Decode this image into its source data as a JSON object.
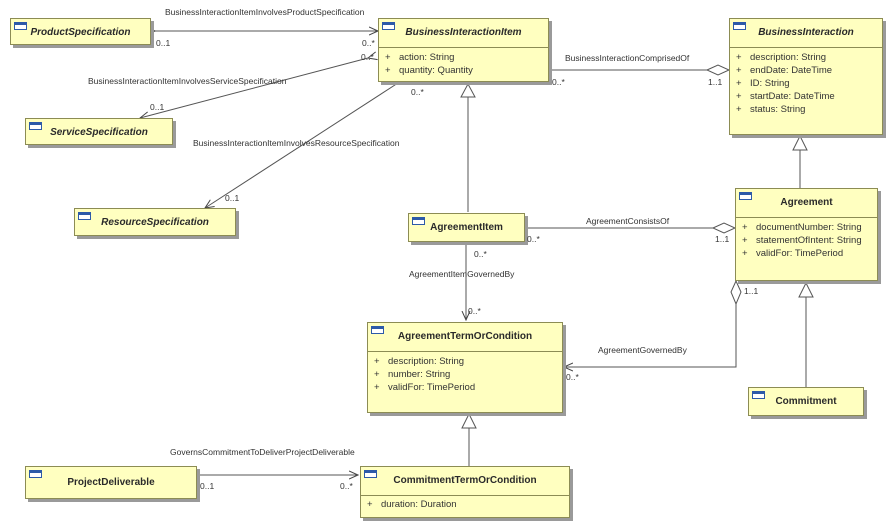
{
  "classes": {
    "product_specification": {
      "name": "ProductSpecification",
      "attributes": []
    },
    "business_interaction_item": {
      "name": "BusinessInteractionItem",
      "attributes": [
        {
          "vis": "+",
          "text": "action: String"
        },
        {
          "vis": "+",
          "text": "quantity: Quantity"
        }
      ]
    },
    "business_interaction": {
      "name": "BusinessInteraction",
      "attributes": [
        {
          "vis": "+",
          "text": "description: String"
        },
        {
          "vis": "+",
          "text": "endDate: DateTime"
        },
        {
          "vis": "+",
          "text": "ID: String"
        },
        {
          "vis": "+",
          "text": "startDate: DateTime"
        },
        {
          "vis": "+",
          "text": "status: String"
        }
      ]
    },
    "service_specification": {
      "name": "ServiceSpecification",
      "attributes": []
    },
    "resource_specification": {
      "name": "ResourceSpecification",
      "attributes": []
    },
    "agreement_item": {
      "name": "AgreementItem",
      "attributes": []
    },
    "agreement": {
      "name": "Agreement",
      "attributes": [
        {
          "vis": "+",
          "text": "documentNumber: String"
        },
        {
          "vis": "+",
          "text": "statementOfIntent: String"
        },
        {
          "vis": "+",
          "text": "validFor: TimePeriod"
        }
      ]
    },
    "agreement_term_or_condition": {
      "name": "AgreementTermOrCondition",
      "attributes": [
        {
          "vis": "+",
          "text": "description: String"
        },
        {
          "vis": "+",
          "text": "number: String"
        },
        {
          "vis": "+",
          "text": "validFor: TimePeriod"
        }
      ]
    },
    "commitment": {
      "name": "Commitment",
      "attributes": []
    },
    "project_deliverable": {
      "name": "ProjectDeliverable",
      "attributes": []
    },
    "commitment_term_or_condition": {
      "name": "CommitmentTermOrCondition",
      "attributes": [
        {
          "vis": "+",
          "text": "duration: Duration"
        }
      ]
    }
  },
  "associations": {
    "bii_product": "BusinessInteractionItemInvolvesProductSpecification",
    "bii_service": "BusinessInteractionItemInvolvesServiceSpecification",
    "bii_resource": "BusinessInteractionItemInvolvesResourceSpecification",
    "bi_comprised": "BusinessInteractionComprisedOf",
    "agreement_consists": "AgreementConsistsOf",
    "agreement_item_governed": "AgreementItemGovernedBy",
    "agreement_governed": "AgreementGovernedBy",
    "governs_commitment": "GovernsCommitmentToDeliverProjectDeliverable"
  },
  "multiplicities": {
    "product_spec_end": "0..1",
    "bii_product_end": "0..*",
    "bii_service_end": "0..*",
    "service_spec_end": "0..1",
    "bii_resource_end": "0..*",
    "resource_spec_end": "0..1",
    "bii_comprised_end": "0..*",
    "bi_comprised_end": "1..1",
    "agreement_item_consists_end": "0..*",
    "agreement_consists_end": "1..1",
    "agreement_item_governed_end": "0..*",
    "atoc_governed_end": "0..*",
    "agreement_governed_end": "1..1",
    "atoc_agreement_end": "0..*",
    "project_deliverable_end": "0..1",
    "ctoc_end": "0..*"
  }
}
